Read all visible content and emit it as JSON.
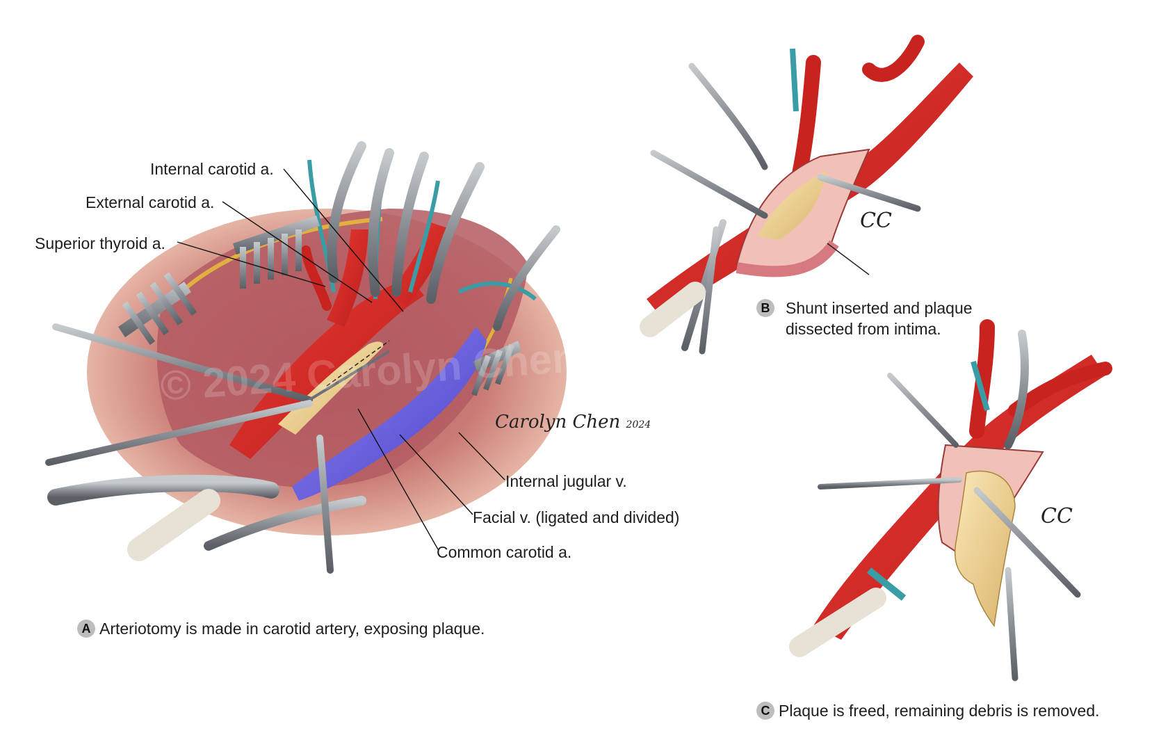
{
  "panel_a": {
    "badge": "A",
    "caption": "Arteriotomy is made in carotid artery, exposing plaque.",
    "labels": {
      "internal_carotid": "Internal carotid a.",
      "external_carotid": "External carotid a.",
      "superior_thyroid": "Superior thyroid a.",
      "internal_jugular": "Internal jugular v.",
      "facial_vein": "Facial v. (ligated and divided)",
      "common_carotid": "Common carotid a."
    },
    "watermark": "© 2024 Carolyn Chen",
    "signature": "Carolyn Chen",
    "signature_year": "2024"
  },
  "panel_b": {
    "badge": "B",
    "caption_line1": "Shunt inserted and plaque",
    "caption_line2": "dissected from intima.",
    "initials": "CC"
  },
  "panel_c": {
    "badge": "C",
    "caption": "Plaque is freed, remaining debris is removed.",
    "initials": "CC"
  },
  "colors": {
    "artery": "#d42a26",
    "vein": "#6d63e0",
    "plaque": "#f0d79a",
    "tissue": "#c9736f",
    "instrument": "#8e959c",
    "vessel_loop": "#3a9da6"
  }
}
